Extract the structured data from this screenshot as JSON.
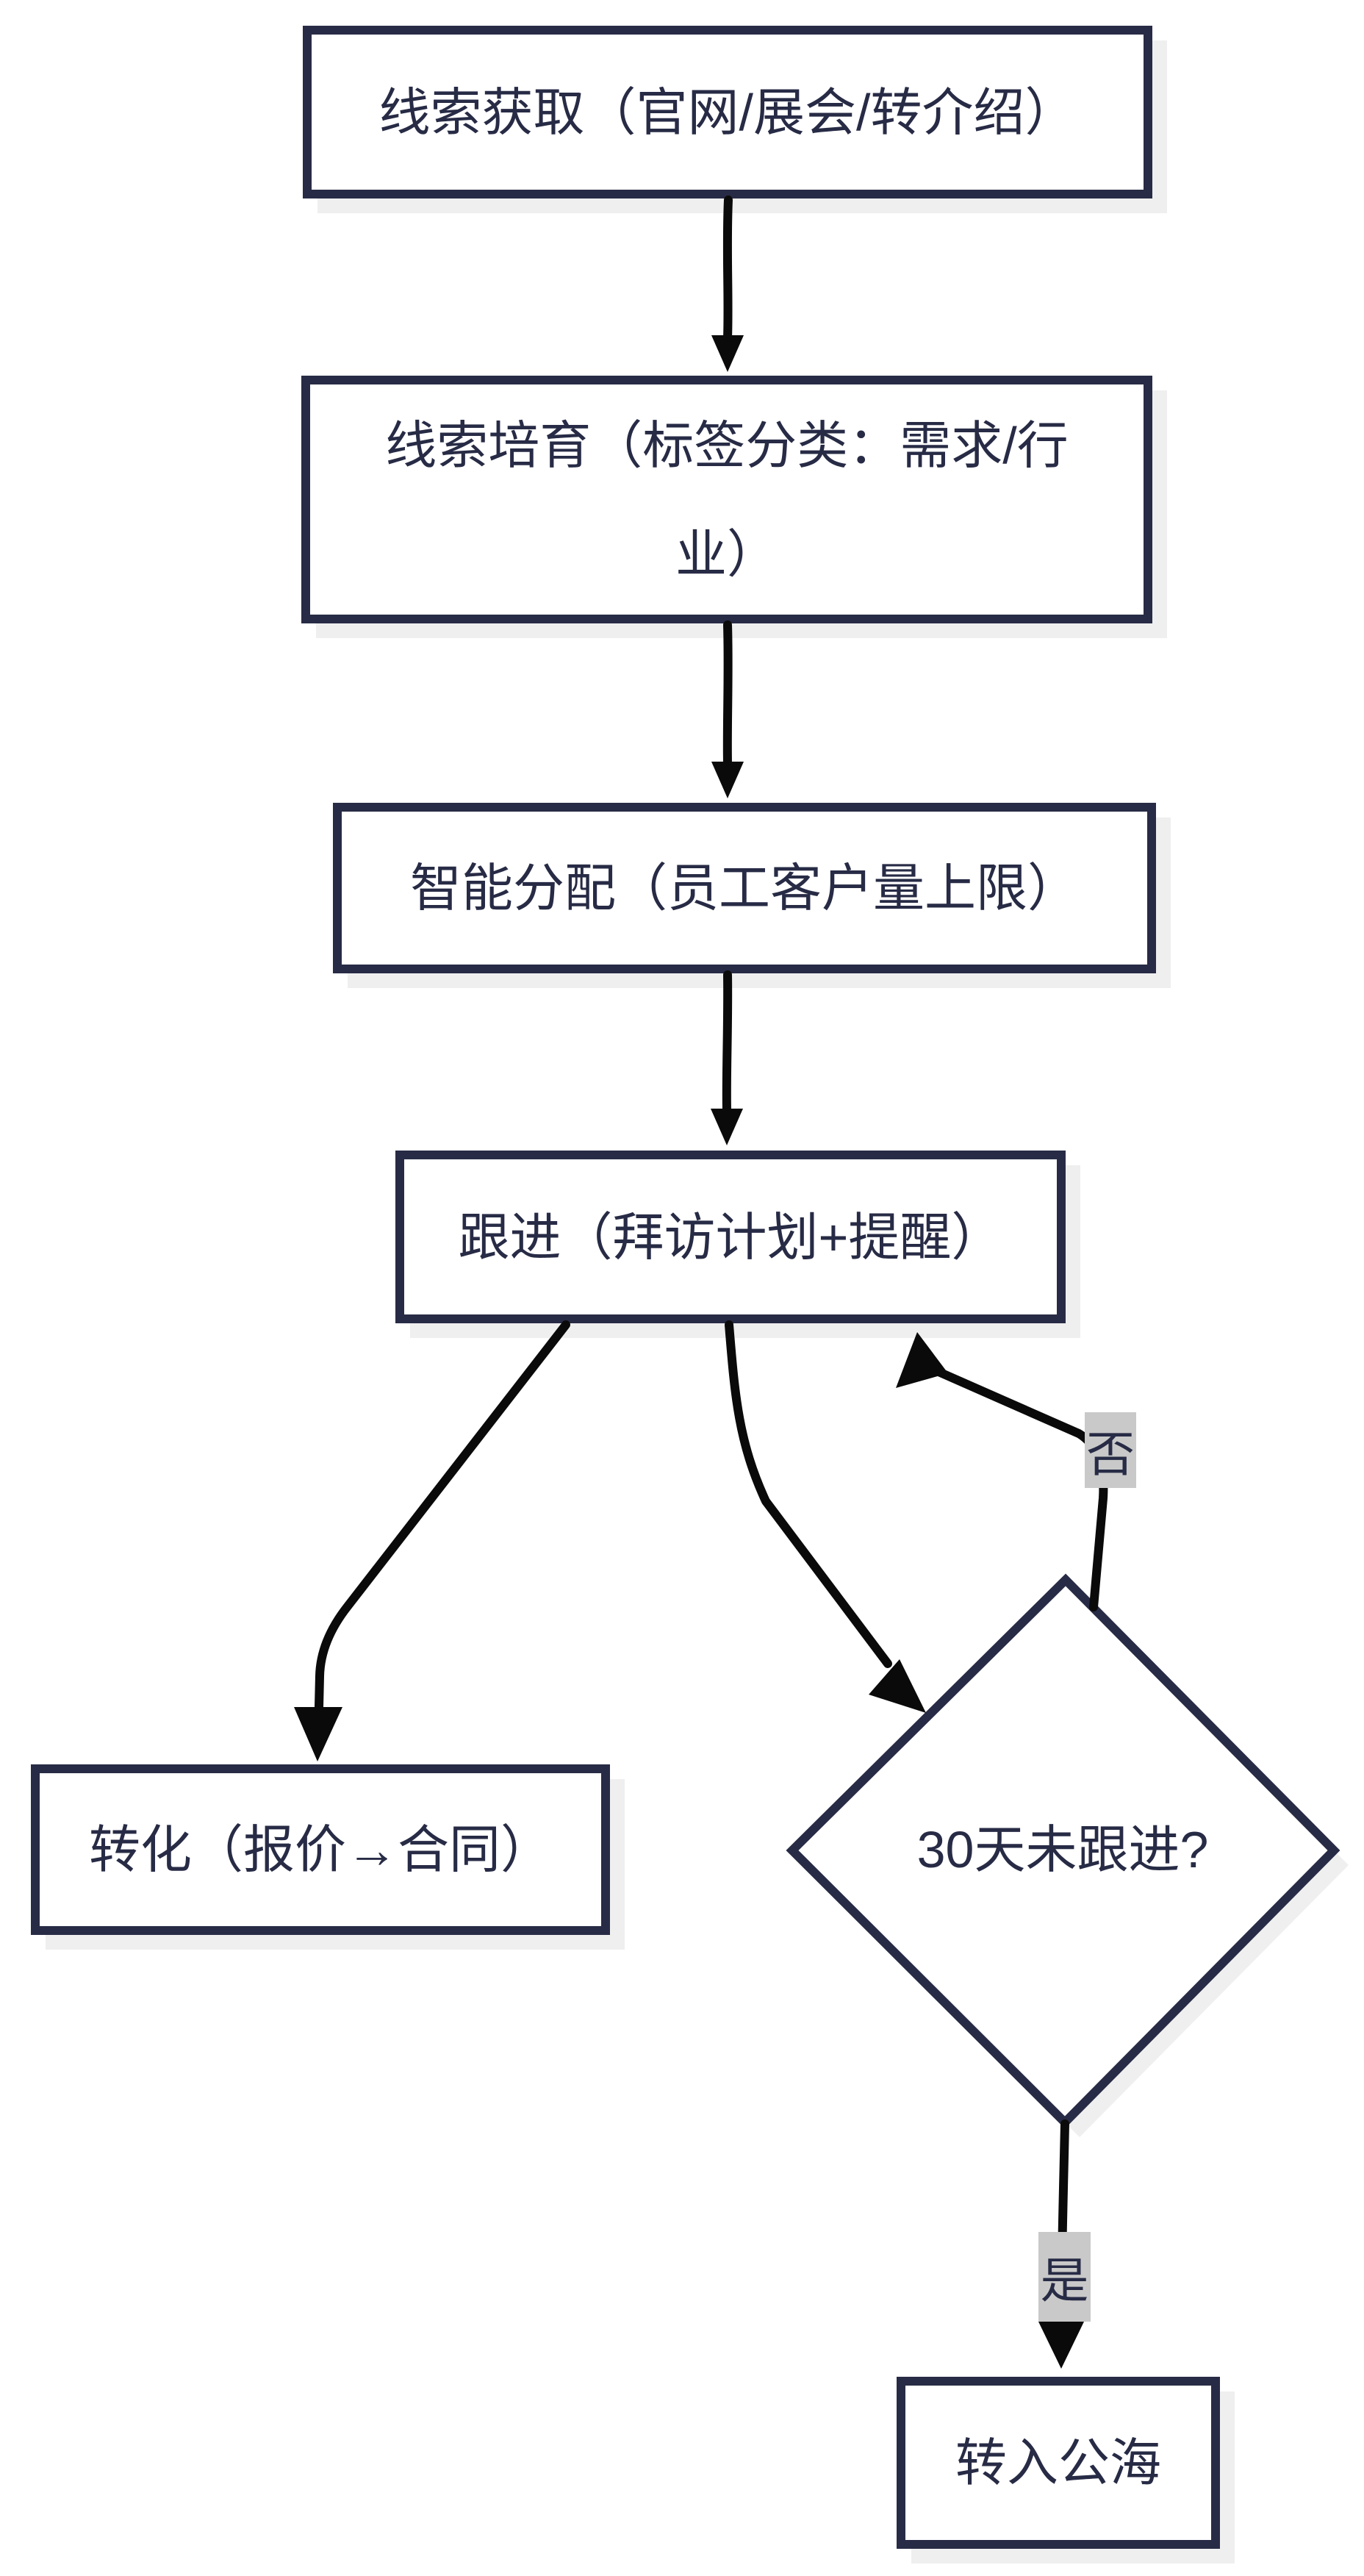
{
  "diagram": {
    "type": "flowchart",
    "direction": "top-down",
    "nodes": [
      {
        "id": "lead-acquisition",
        "shape": "rect",
        "label": "线索获取（官网/展会/转介绍）"
      },
      {
        "id": "lead-nurturing",
        "shape": "rect",
        "label": "线索培育（标签分类：需求/行业）"
      },
      {
        "id": "smart-assignment",
        "shape": "rect",
        "label": "智能分配（员工客户量上限）"
      },
      {
        "id": "follow-up",
        "shape": "rect",
        "label": "跟进（拜访计划+提醒）"
      },
      {
        "id": "conversion",
        "shape": "rect",
        "label": "转化（报价→合同）"
      },
      {
        "id": "inactivity-check",
        "shape": "diamond",
        "label": "30天未跟进?"
      },
      {
        "id": "public-pool",
        "shape": "rect",
        "label": "转入公海"
      }
    ],
    "edges": [
      {
        "from": "lead-acquisition",
        "to": "lead-nurturing",
        "label": ""
      },
      {
        "from": "lead-nurturing",
        "to": "smart-assignment",
        "label": ""
      },
      {
        "from": "smart-assignment",
        "to": "follow-up",
        "label": ""
      },
      {
        "from": "follow-up",
        "to": "conversion",
        "label": ""
      },
      {
        "from": "follow-up",
        "to": "inactivity-check",
        "label": ""
      },
      {
        "from": "inactivity-check",
        "to": "follow-up",
        "label": "否"
      },
      {
        "from": "inactivity-check",
        "to": "public-pool",
        "label": "是"
      }
    ],
    "colors": {
      "node_border": "#272b45",
      "node_fill": "#ffffff",
      "text": "#272b45",
      "connector": "#0a0a0a",
      "shadow": "#efefef",
      "edge_label_bg": "#c9c9c9",
      "background": "#ffffff"
    }
  }
}
